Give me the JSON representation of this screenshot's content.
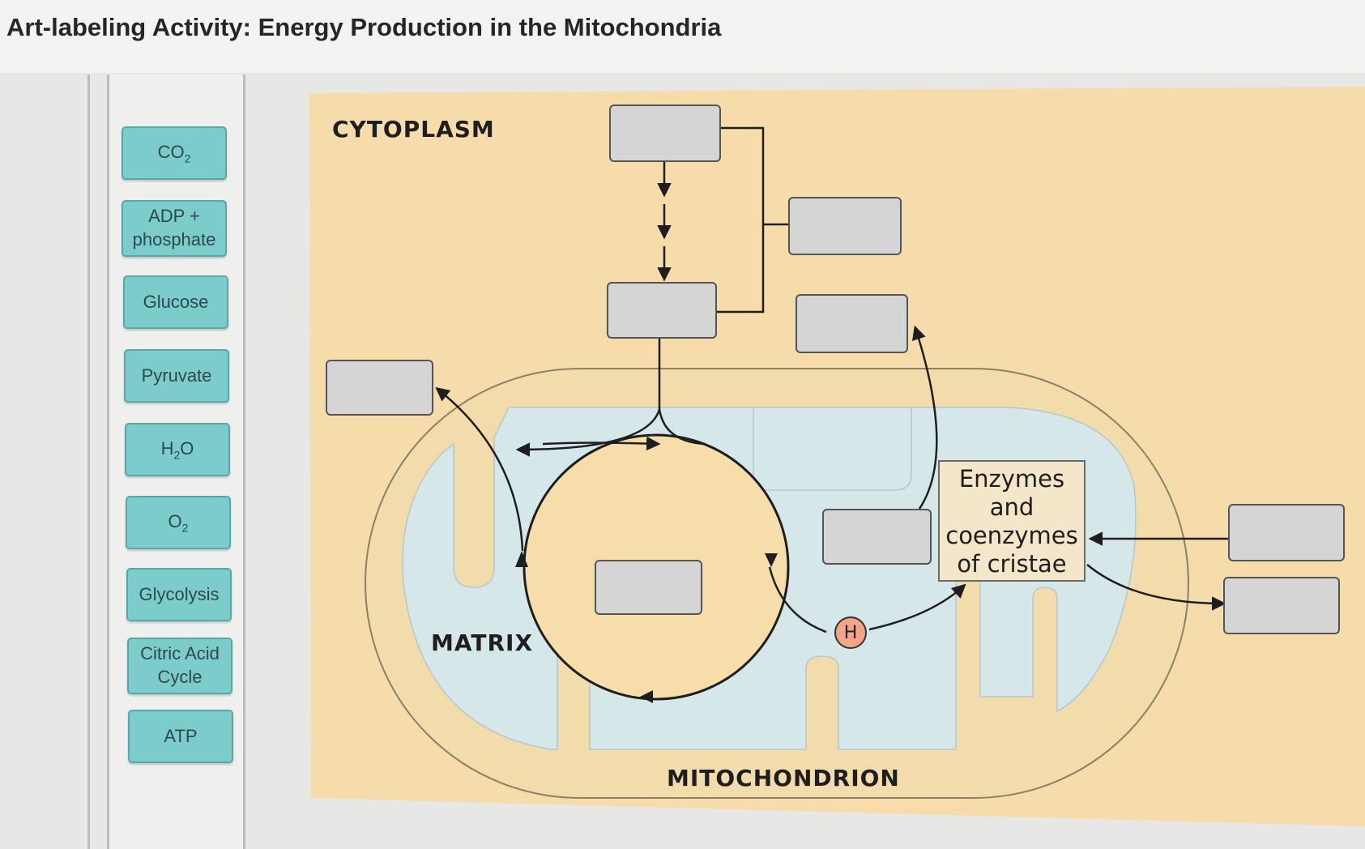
{
  "page": {
    "title": "Art-labeling Activity: Energy Production in the Mitochondria"
  },
  "label_bank": {
    "items": [
      {
        "id": "co2",
        "text": "CO",
        "sub": "2",
        "tail": ""
      },
      {
        "id": "adp",
        "text": "ADP +\nphosphate",
        "sub": "",
        "tail": ""
      },
      {
        "id": "glucose",
        "text": "Glucose",
        "sub": "",
        "tail": ""
      },
      {
        "id": "pyruvate",
        "text": "Pyruvate",
        "sub": "",
        "tail": ""
      },
      {
        "id": "h2o",
        "text": "H",
        "sub": "2",
        "tail": "O"
      },
      {
        "id": "o2",
        "text": "O",
        "sub": "2",
        "tail": ""
      },
      {
        "id": "glycolysis",
        "text": "Glycolysis",
        "sub": "",
        "tail": ""
      },
      {
        "id": "citric",
        "text": "Citric Acid\nCycle",
        "sub": "",
        "tail": ""
      },
      {
        "id": "atp",
        "text": "ATP",
        "sub": "",
        "tail": ""
      }
    ]
  },
  "diagram": {
    "cytoplasm_label": "CYTOPLASM",
    "matrix_label": "MATRIX",
    "mitochondrion_label": "MITOCHONDRION",
    "enzymes_label": "Enzymes\nand\ncoenzymes\nof cristae",
    "h_label": "H"
  },
  "colors": {
    "chip_fill": "#7ccccc",
    "cytoplasm": "#f5dcaa",
    "matrix": "#d6e7ea",
    "drop_target": "#d5d5d5"
  }
}
